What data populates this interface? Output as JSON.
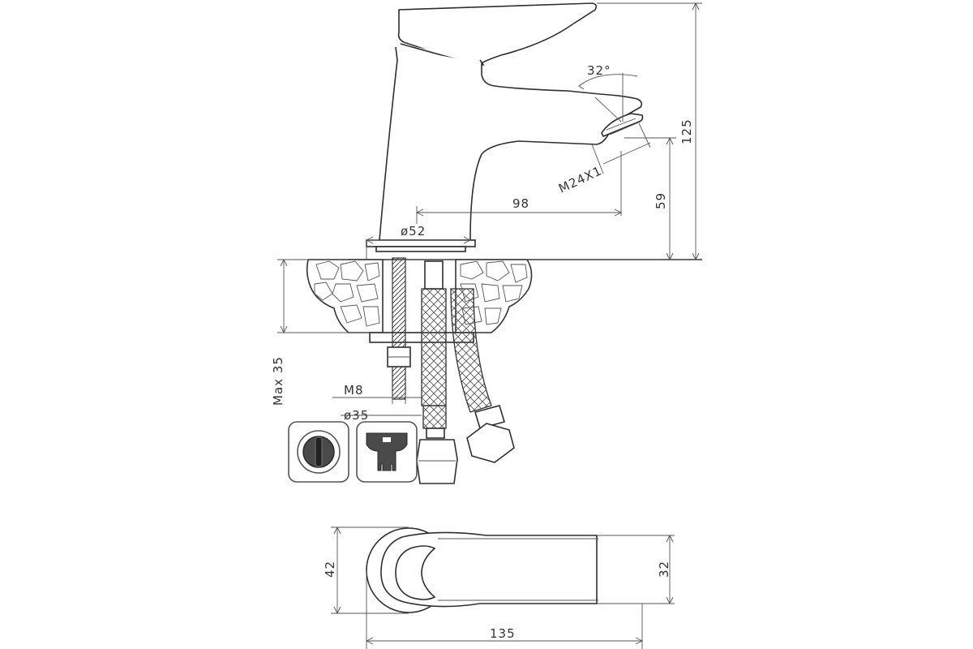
{
  "dimensions": {
    "height_total": "125",
    "spout_height": "59",
    "spout_reach": "98",
    "base_diameter": "ø52",
    "aerator_thread": "M24X1",
    "aerator_angle": "32°",
    "max_countertop": "Max 35",
    "stud_thread": "M8",
    "hole_diameter": "ø35",
    "top_depth": "42",
    "top_spout_width": "32",
    "top_length": "135"
  },
  "icons": [
    {
      "name": "round-button-icon",
      "color": "#4a4a4a"
    },
    {
      "name": "aerator-key-icon",
      "color": "#4a4a4a"
    }
  ]
}
